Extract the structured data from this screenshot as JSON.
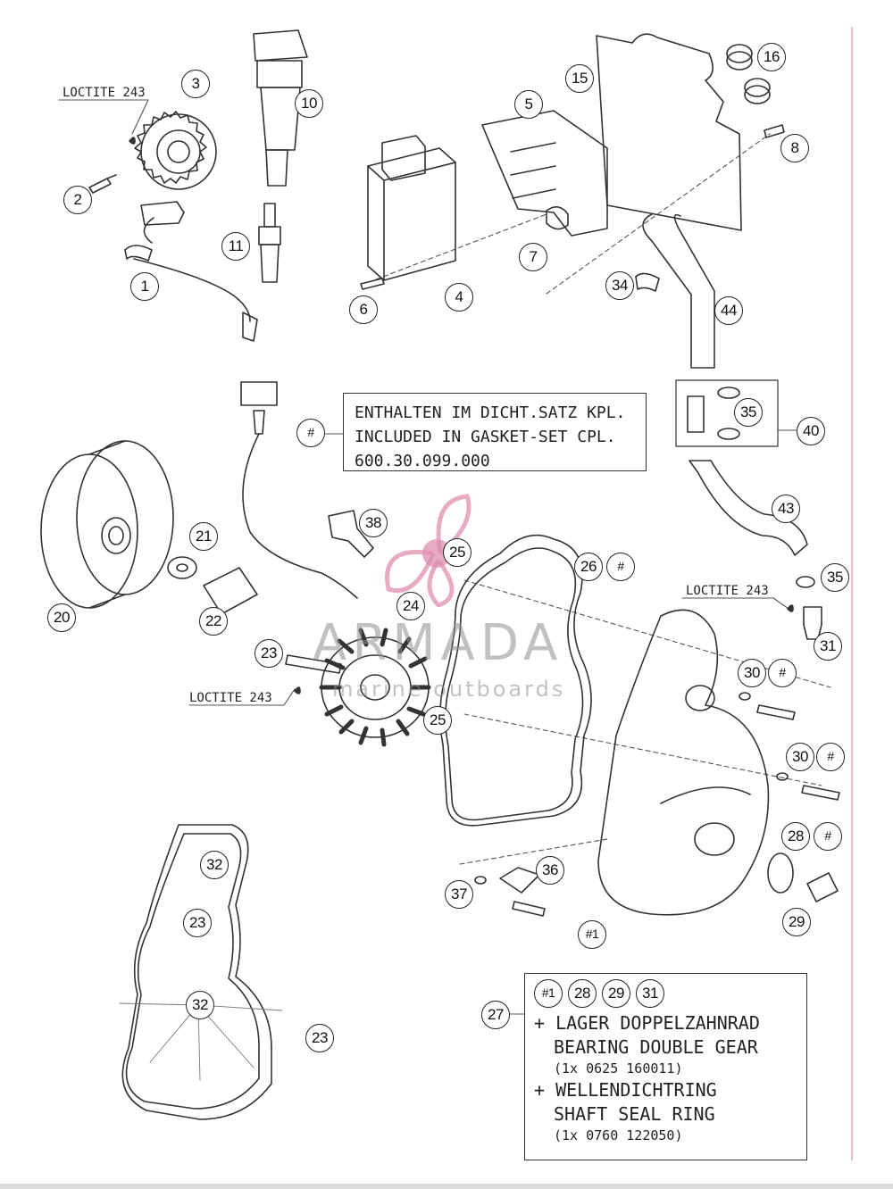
{
  "watermark": {
    "brand": "ARMADA",
    "tagline": "marine outboards",
    "accent_color": "#e08fb0"
  },
  "loctite_labels": [
    "LOCTITE 243",
    "LOCTITE 243",
    "LOCTITE 243"
  ],
  "callouts": {
    "c1": "1",
    "c2": "2",
    "c3": "3",
    "c4": "4",
    "c5": "5",
    "c6": "6",
    "c7": "7",
    "c8": "8",
    "c10": "10",
    "c11": "11",
    "c15": "15",
    "c16": "16",
    "c20": "20",
    "c21": "21",
    "c22": "22",
    "c23": "23",
    "c24": "24",
    "c25": "25",
    "c26": "26",
    "c27": "27",
    "c28": "28",
    "c29": "29",
    "c30": "30",
    "c31": "31",
    "c32": "32",
    "c34": "34",
    "c35": "35",
    "c36": "36",
    "c37": "37",
    "c38": "38",
    "c40": "40",
    "c43": "43",
    "c44": "44",
    "hash": "#",
    "hash1": "#1"
  },
  "gasket_note": {
    "line_de": "ENTHALTEN IM DICHT.SATZ KPL.",
    "line_en": "INCLUDED IN GASKET-SET CPL.",
    "part_number": "600.30.099.000"
  },
  "bearing_note": {
    "refs": [
      "#1",
      "28",
      "29",
      "31"
    ],
    "bearing_de": "+ LAGER DOPPELZAHNRAD",
    "bearing_en": "BEARING DOUBLE GEAR",
    "bearing_qty": "(1x 0625 160011)",
    "seal_de": "+ WELLENDICHTRING",
    "seal_en": "SHAFT SEAL RING",
    "seal_qty": "(1x 0760 122050)"
  }
}
